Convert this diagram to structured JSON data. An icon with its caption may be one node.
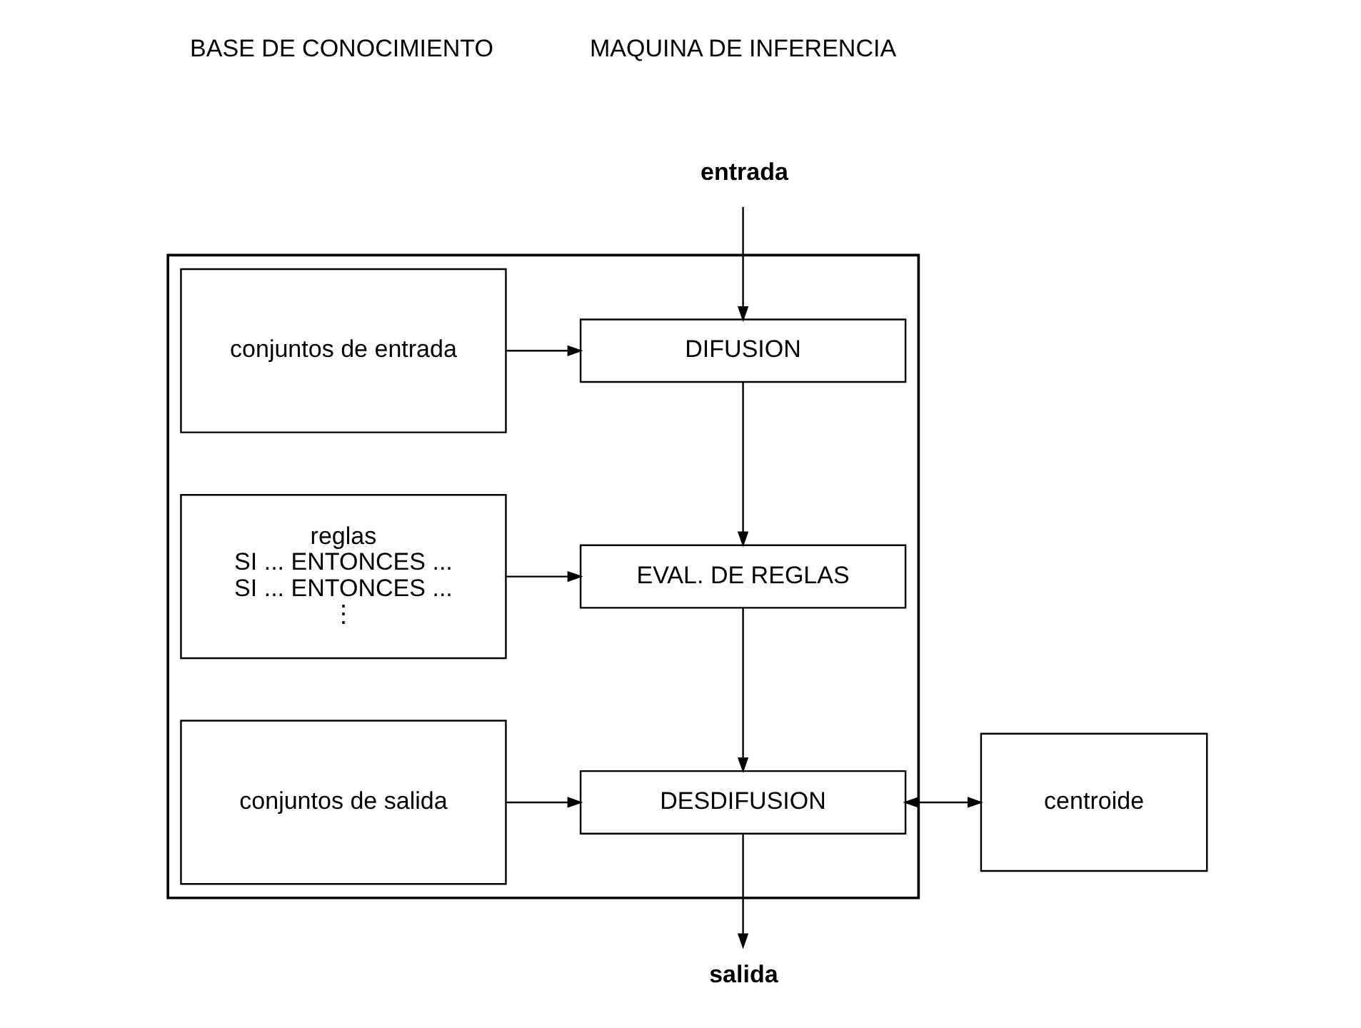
{
  "diagram": {
    "nodes": [
      {
        "text": [
          "entrada"
        ]
      },
      {
        "text": [],
        "shape": "box"
      },
      {
        "text": [
          "conjuntos de entrada"
        ],
        "in": 1
      },
      {
        "text": [
          "DIFUSION"
        ],
        "in": 1
      },
      {
        "text": [
          "reglas",
          "SI ... ENTONCES ...",
          "SI ... ENTONCES ...",
          "⋮"
        ],
        "in": 1
      },
      {
        "text": [
          "EVAL. DE REGLAS"
        ],
        "in": 1
      },
      {
        "text": [
          "conjuntos de salida"
        ],
        "in": 1
      },
      {
        "text": [
          "DESDIFUSION"
        ],
        "in": 1
      },
      {
        "text": [
          "centroide"
        ]
      },
      {
        "text": [
          "salida"
        ]
      }
    ],
    "edges": [
      {
        "from": 0,
        "to": 3,
        "arrow": "to"
      },
      {
        "from": 2,
        "to": 3,
        "arrow": "to"
      },
      {
        "from": 3,
        "to": 5,
        "arrow": "to"
      },
      {
        "from": 4,
        "to": 5,
        "arrow": "to"
      },
      {
        "from": 5,
        "to": 7,
        "arrow": "to"
      },
      {
        "from": 6,
        "to": 7,
        "arrow": "to"
      },
      {
        "from": 7,
        "to": 8,
        "arrow": "both"
      },
      {
        "from": 7,
        "to": 9,
        "arrow": "to"
      }
    ],
    "labels": [
      "BASE DE CONOCIMIENTO",
      "MAQUINA DE INFERENCIA"
    ]
  }
}
